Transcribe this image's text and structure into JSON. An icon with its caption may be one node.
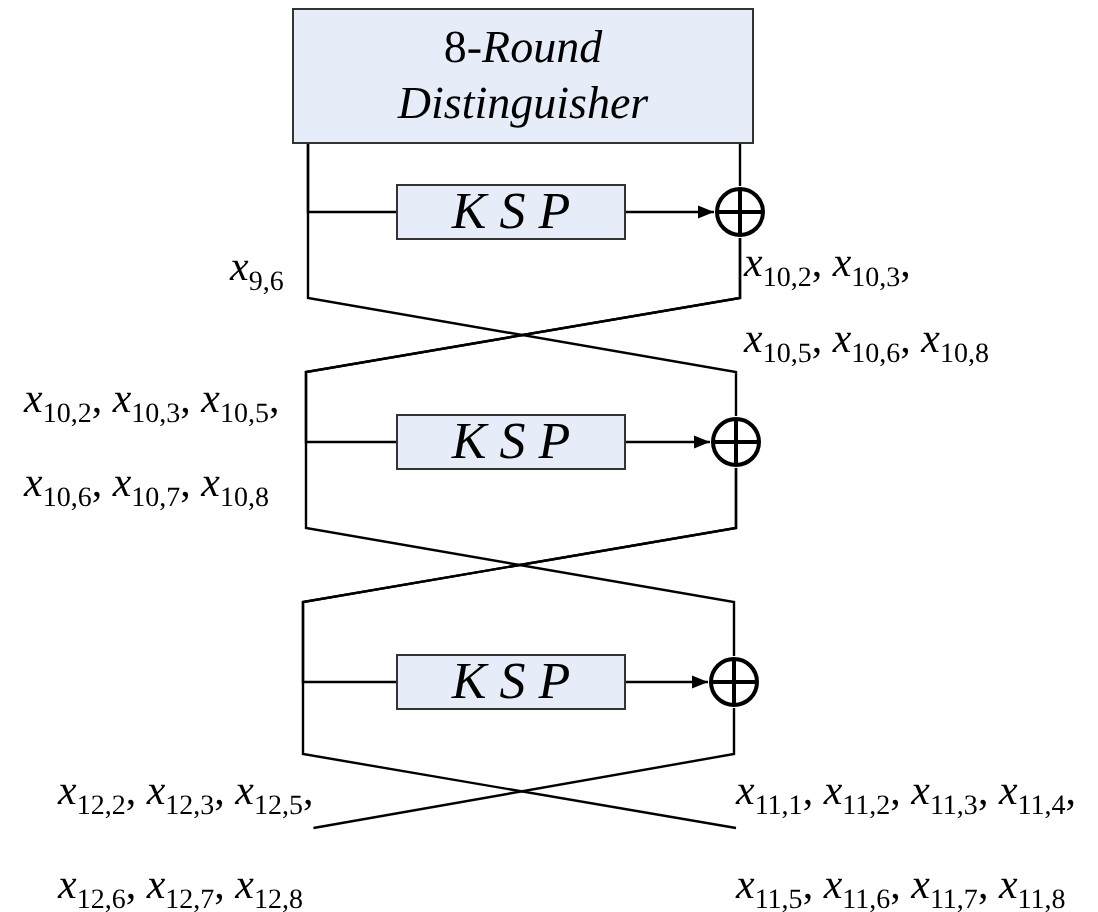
{
  "diagram": {
    "nodes": [
      {
        "text": [
          "8-*Round Distinguisher*"
        ]
      },
      {
        "text": [
          "K S P"
        ]
      },
      {
        "text": [],
        "shape": "circle"
      },
      {
        "text": [
          "K S P"
        ]
      },
      {
        "text": [],
        "shape": "circle"
      },
      {
        "text": [
          "K S P"
        ]
      },
      {
        "text": [],
        "shape": "circle"
      },
      {
        "text": [
          "*x*$_{12,2}$, *x*$_{12,3}$, *x*$_{12,5}$,",
          "*x*$_{12,6}$, *x*$_{12,7}$, *x*$_{12,8}$"
        ]
      },
      {
        "text": [
          "*x*$_{11,1}$, *x*$_{11,2}$, *x*$_{11,3}$, *x*$_{11,4}$,",
          "*x*$_{11,5}$, *x*$_{11,6}$, *x*$_{11,7}$, *x*$_{11,8}$"
        ]
      }
    ],
    "edges": [
      {
        "from": 0,
        "to": 1,
        "arrow": "none"
      },
      {
        "from": 0,
        "to": 4,
        "arrow": "none"
      },
      {
        "from": 0,
        "to": 2,
        "arrow": "none"
      },
      {
        "from": 1,
        "to": 2,
        "arrow": "to"
      },
      {
        "from": 2,
        "to": 3,
        "arrow": "none"
      },
      {
        "from": 2,
        "to": 6,
        "arrow": "none"
      },
      {
        "from": 3,
        "to": 4,
        "arrow": "to"
      },
      {
        "from": 4,
        "to": 5,
        "arrow": "none"
      },
      {
        "from": 4,
        "to": 8,
        "arrow": "none"
      },
      {
        "from": 5,
        "to": 6,
        "arrow": "to"
      },
      {
        "from": 6,
        "to": 7,
        "arrow": "none"
      }
    ],
    "labels": [
      "*x*$_{9,6}$",
      "*x*$_{10,2}$, *x*$_{10,3}$,",
      "*x*$_{10,5}$, *x*$_{10,6}$, *x*$_{10,8}$",
      "*x*$_{10,2}$, *x*$_{10,3}$, *x*$_{10,5}$,",
      "*x*$_{10,6}$, *x*$_{10,7}$, *x*$_{10,8}$"
    ]
  }
}
